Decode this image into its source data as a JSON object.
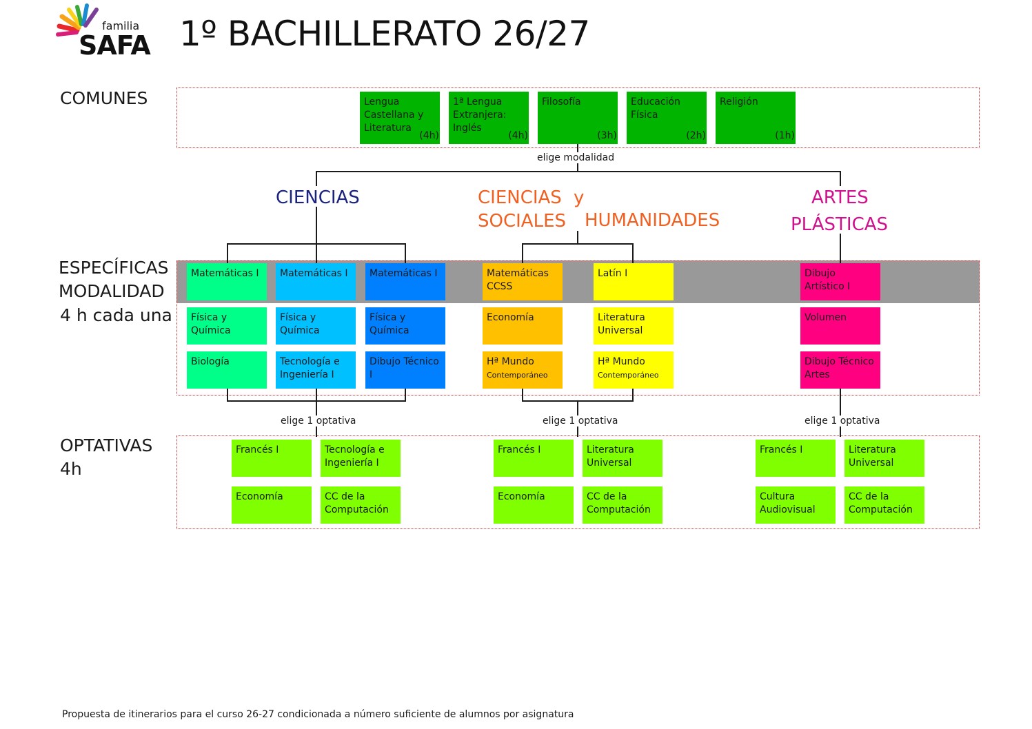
{
  "logo": {
    "familia": "familia",
    "name": "SAFA"
  },
  "title": "1º BACHILLERATO 26/27",
  "labels": {
    "comunes": "COMUNES",
    "especificas_1": "ESPECÍFICAS",
    "especificas_2": "MODALIDAD",
    "especificas_3": "4 h cada una",
    "optativas_1": "OPTATIVAS",
    "optativas_2": "4h",
    "elige_modalidad": "elige modalidad",
    "elige_optativa": "elige 1 optativa"
  },
  "comunes": [
    {
      "name": "Lengua Castellana y Literatura",
      "hours": "(4h)"
    },
    {
      "name": "1ª Lengua Extranjera: Inglés",
      "hours": "(4h)"
    },
    {
      "name": "Filosofía",
      "hours": "(3h)"
    },
    {
      "name": "Educación Física",
      "hours": "(2h)"
    },
    {
      "name": "Religión",
      "hours": "(1h)"
    }
  ],
  "modalidades": {
    "ciencias": "CIENCIAS",
    "ccss_1": "CIENCIAS",
    "ccss_2": "SOCIALES",
    "y": "y",
    "humanidades": "HUMANIDADES",
    "artes_1": "ARTES",
    "artes_2": "PLÁSTICAS"
  },
  "especificas": {
    "c1": [
      "Matemáticas I",
      "Física y Química",
      "Biología"
    ],
    "c2": [
      "Matemáticas I",
      "Física y Química",
      "Tecnología e Ingeniería I"
    ],
    "c3": [
      "Matemáticas I",
      "Física y Química",
      "Dibujo Técnico I"
    ],
    "s1": [
      "Matemáticas CCSS",
      "Economía",
      "Hª Mundo",
      "Contemporáneo"
    ],
    "h1": [
      "Latín I",
      "Literatura Universal",
      "Hª Mundo",
      "Contemporáneo"
    ],
    "a1": [
      "Dibujo Artístico I",
      "Volumen",
      "Dibujo Técnico Artes"
    ]
  },
  "optativas": {
    "ciencias": [
      "Francés I",
      "Tecnología e Ingeniería I",
      "Economía",
      "CC de la Computación"
    ],
    "ccss": [
      "Francés I",
      "Literatura Universal",
      "Economía",
      "CC de la Computación"
    ],
    "artes": [
      "Francés I",
      "Literatura Universal",
      "Cultura Audiovisual",
      "CC de la Computación"
    ]
  },
  "footer": "Propuesta de itinerarios para el curso 26-27 condicionada a número suficiente de alumnos por asignatura",
  "colors": {
    "comunes": "#00b400",
    "ciencias_1": "#00ff88",
    "ciencias_2": "#00c0ff",
    "ciencias_3": "#0080ff",
    "ccss": "#ffc000",
    "humanidades": "#ffff00",
    "artes": "#ff0080",
    "optativas": "#80ff00",
    "ciencias_title": "#1a237e",
    "ccss_title": "#f06020",
    "artes_title": "#d0108c",
    "band": "#999999",
    "region_border": "#e02020"
  }
}
